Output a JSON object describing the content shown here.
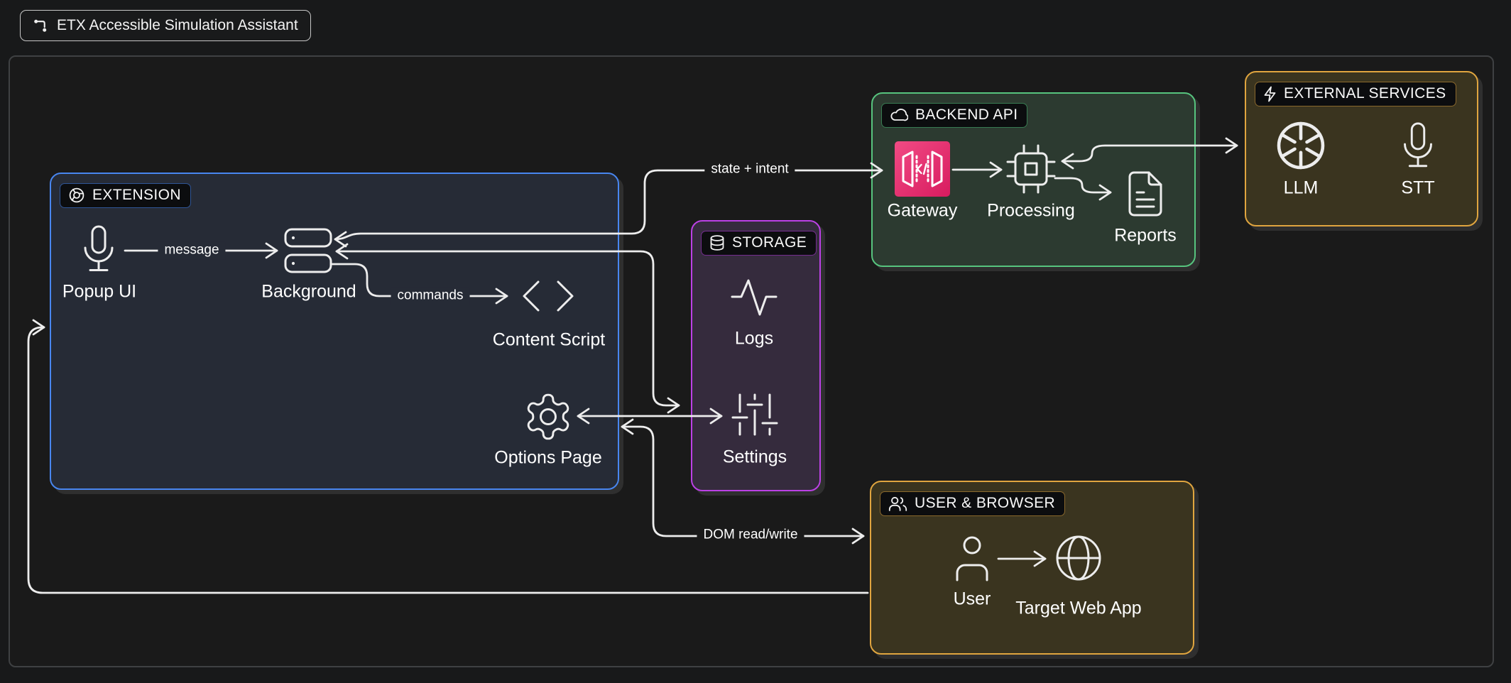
{
  "title": {
    "text": "ETX Accessible Simulation Assistant",
    "icon": "flow-elbow-icon"
  },
  "colors": {
    "page_bg": "#18191a",
    "canvas_bg": "#1a1a1a",
    "edge_stroke": "#ededed",
    "extension_accent": "#4886f0",
    "storage_accent": "#bc41e6",
    "backend_accent": "#57c47e",
    "external_accent": "#e0a53f",
    "user_browser_accent": "#e0a53f",
    "gateway_pink": "#e02a68"
  },
  "groups": [
    {
      "id": "extension",
      "label": "EXTENSION",
      "icon": "chrome-icon",
      "accent": "#4886f0"
    },
    {
      "id": "storage",
      "label": "STORAGE",
      "icon": "database-icon",
      "accent": "#bc41e6"
    },
    {
      "id": "backend",
      "label": "BACKEND API",
      "icon": "cloud-icon",
      "accent": "#57c47e"
    },
    {
      "id": "external",
      "label": "EXTERNAL SERVICES",
      "icon": "zap-icon",
      "accent": "#e0a53f"
    },
    {
      "id": "user_browser",
      "label": "USER & BROWSER",
      "icon": "users-icon",
      "accent": "#e0a53f"
    }
  ],
  "nodes": {
    "popup_ui": {
      "label": "Popup UI",
      "icon": "microphone-icon",
      "group": "extension"
    },
    "background": {
      "label": "Background",
      "icon": "server-icon",
      "group": "extension"
    },
    "content_script": {
      "label": "Content Script",
      "icon": "code-icon",
      "group": "extension"
    },
    "options_page": {
      "label": "Options Page",
      "icon": "gear-icon",
      "group": "extension"
    },
    "logs": {
      "label": "Logs",
      "icon": "activity-icon",
      "group": "storage"
    },
    "settings": {
      "label": "Settings",
      "icon": "sliders-icon",
      "group": "storage"
    },
    "gateway": {
      "label": "Gateway",
      "icon": "api-gateway-icon",
      "group": "backend"
    },
    "processing": {
      "label": "Processing",
      "icon": "cpu-icon",
      "group": "backend"
    },
    "reports": {
      "label": "Reports",
      "icon": "file-text-icon",
      "group": "backend"
    },
    "llm": {
      "label": "LLM",
      "icon": "openai-icon",
      "group": "external"
    },
    "stt": {
      "label": "STT",
      "icon": "microphone-icon",
      "group": "external"
    },
    "user": {
      "label": "User",
      "icon": "person-icon",
      "group": "user_browser"
    },
    "target_web_app": {
      "label": "Target Web App",
      "icon": "globe-icon",
      "group": "user_browser"
    }
  },
  "edges": [
    {
      "from": "popup_ui",
      "to": "background",
      "label": "message",
      "bidirectional": false
    },
    {
      "from": "background",
      "to": "content_script",
      "label": "commands",
      "bidirectional": false
    },
    {
      "from": "background",
      "to": "gateway",
      "label": "state + intent",
      "bidirectional": true
    },
    {
      "from": "background",
      "to": "storage",
      "label": "",
      "bidirectional": true
    },
    {
      "from": "options_page",
      "to": "settings",
      "label": "",
      "bidirectional": true
    },
    {
      "from": "content_script",
      "to": "user_browser",
      "label": "DOM read/write",
      "bidirectional": true
    },
    {
      "from": "user_browser",
      "to": "extension",
      "label": "",
      "bidirectional": false
    },
    {
      "from": "gateway",
      "to": "processing",
      "label": "",
      "bidirectional": false
    },
    {
      "from": "processing",
      "to": "llm",
      "label": "",
      "bidirectional": true
    },
    {
      "from": "processing",
      "to": "reports",
      "label": "",
      "bidirectional": false
    },
    {
      "from": "user",
      "to": "target_web_app",
      "label": "",
      "bidirectional": false
    }
  ]
}
